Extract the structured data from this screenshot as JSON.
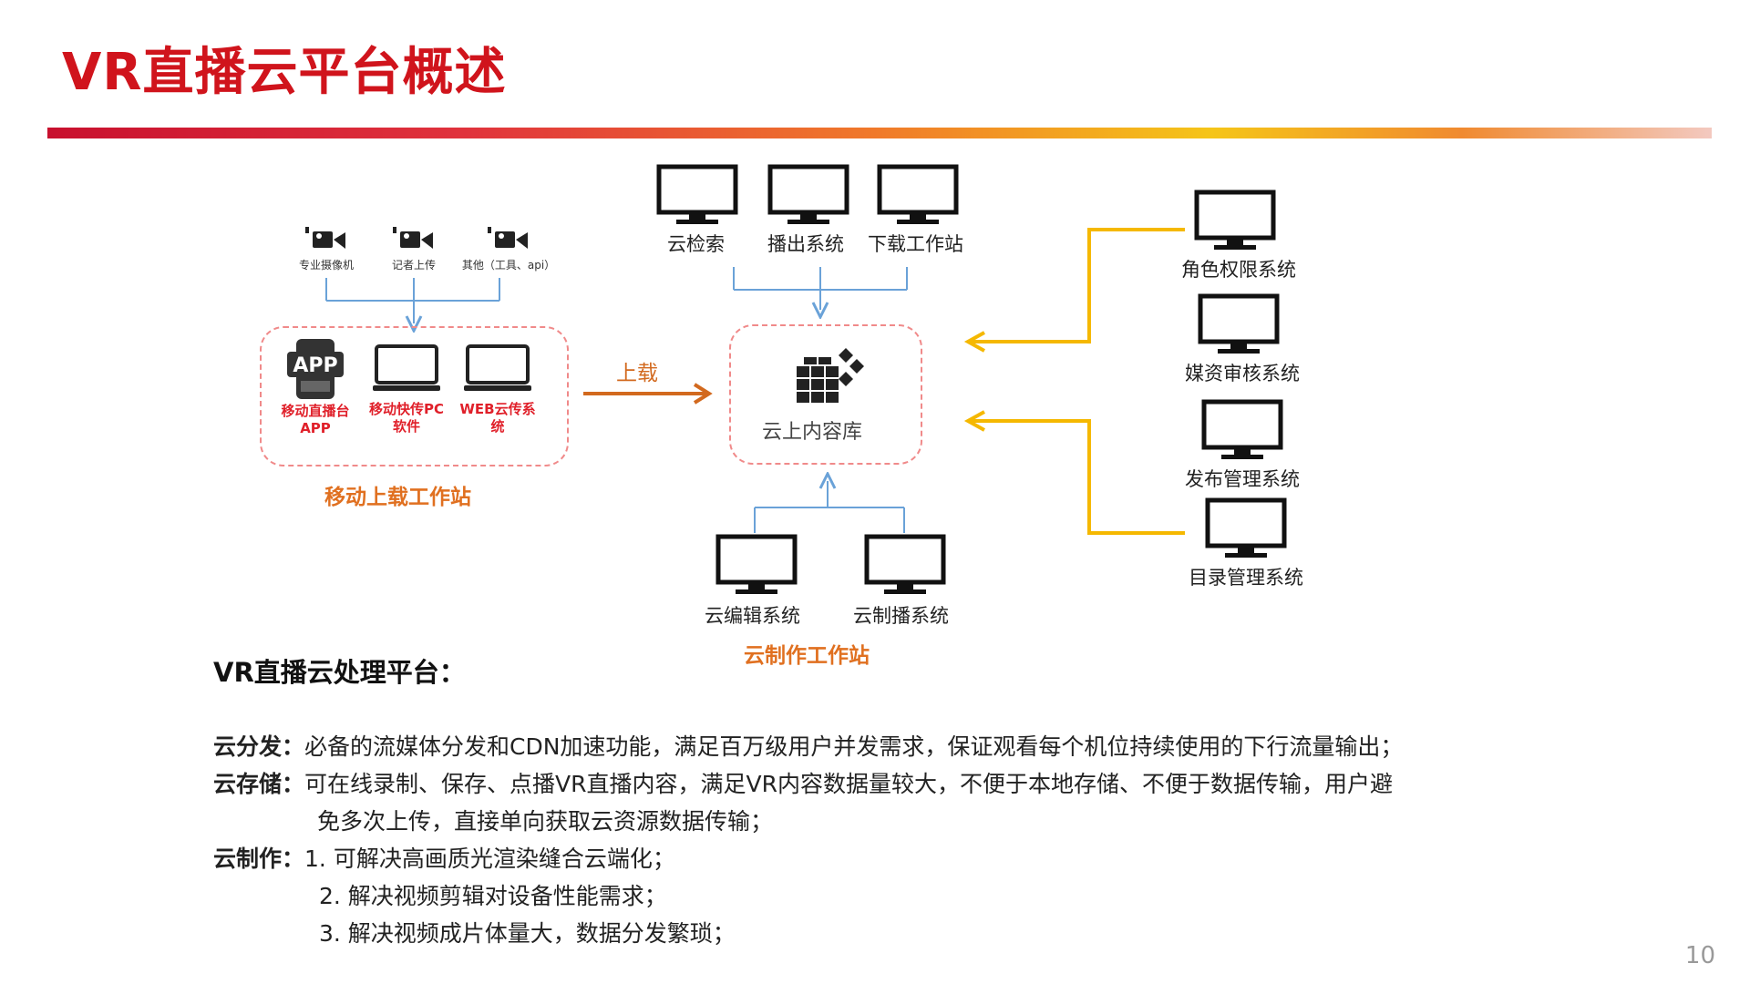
{
  "page": {
    "title": "VR直播云平台概述",
    "page_number": "10"
  },
  "diagram": {
    "cameras": [
      {
        "label": "专业摄像机"
      },
      {
        "label": "记者上传"
      },
      {
        "label": "其他（工具、api）"
      }
    ],
    "mobile_station": {
      "title": "移动上载工作站",
      "app_badge": "APP",
      "devices": [
        {
          "label_line1": "移动直播台",
          "label_line2": "APP"
        },
        {
          "label_line1": "移动快传PC",
          "label_line2": "软件"
        },
        {
          "label_line1": "WEB云传系",
          "label_line2": "统"
        }
      ]
    },
    "upload_arrow_label": "上载",
    "center": {
      "label": "云上内容库"
    },
    "top_systems": [
      {
        "label": "云检索"
      },
      {
        "label": "播出系统"
      },
      {
        "label": "下载工作站"
      }
    ],
    "bottom_station": {
      "title": "云制作工作站",
      "systems": [
        {
          "label": "云编辑系统"
        },
        {
          "label": "云制播系统"
        }
      ]
    },
    "right_systems": [
      {
        "label": "角色权限系统"
      },
      {
        "label": "媒资审核系统"
      },
      {
        "label": "发布管理系统"
      },
      {
        "label": "目录管理系统"
      }
    ],
    "colors": {
      "accent_red": "#d0141c",
      "arrow_orange": "#d2691e",
      "arrow_yellow": "#f5b800",
      "connector_blue": "#6aa2d8"
    }
  },
  "section": {
    "heading": "VR直播云处理平台：",
    "items": [
      {
        "term": "云分发：",
        "lines": [
          "必备的流媒体分发和CDN加速功能，满足百万级用户并发需求，保证观看每个机位持续使用的下行流量输出；"
        ]
      },
      {
        "term": "云存储：",
        "lines": [
          "可在线录制、保存、点播VR直播内容，满足VR内容数据量较大，不便于本地存储、不便于数据传输，用户避",
          "免多次上传，直接单向获取云资源数据传输；"
        ]
      },
      {
        "term": "云制作：",
        "lines": [
          "1. 可解决高画质光渲染缝合云端化；",
          "2. 解决视频剪辑对设备性能需求；",
          "3. 解决视频成片体量大，数据分发繁琐；"
        ]
      }
    ]
  }
}
